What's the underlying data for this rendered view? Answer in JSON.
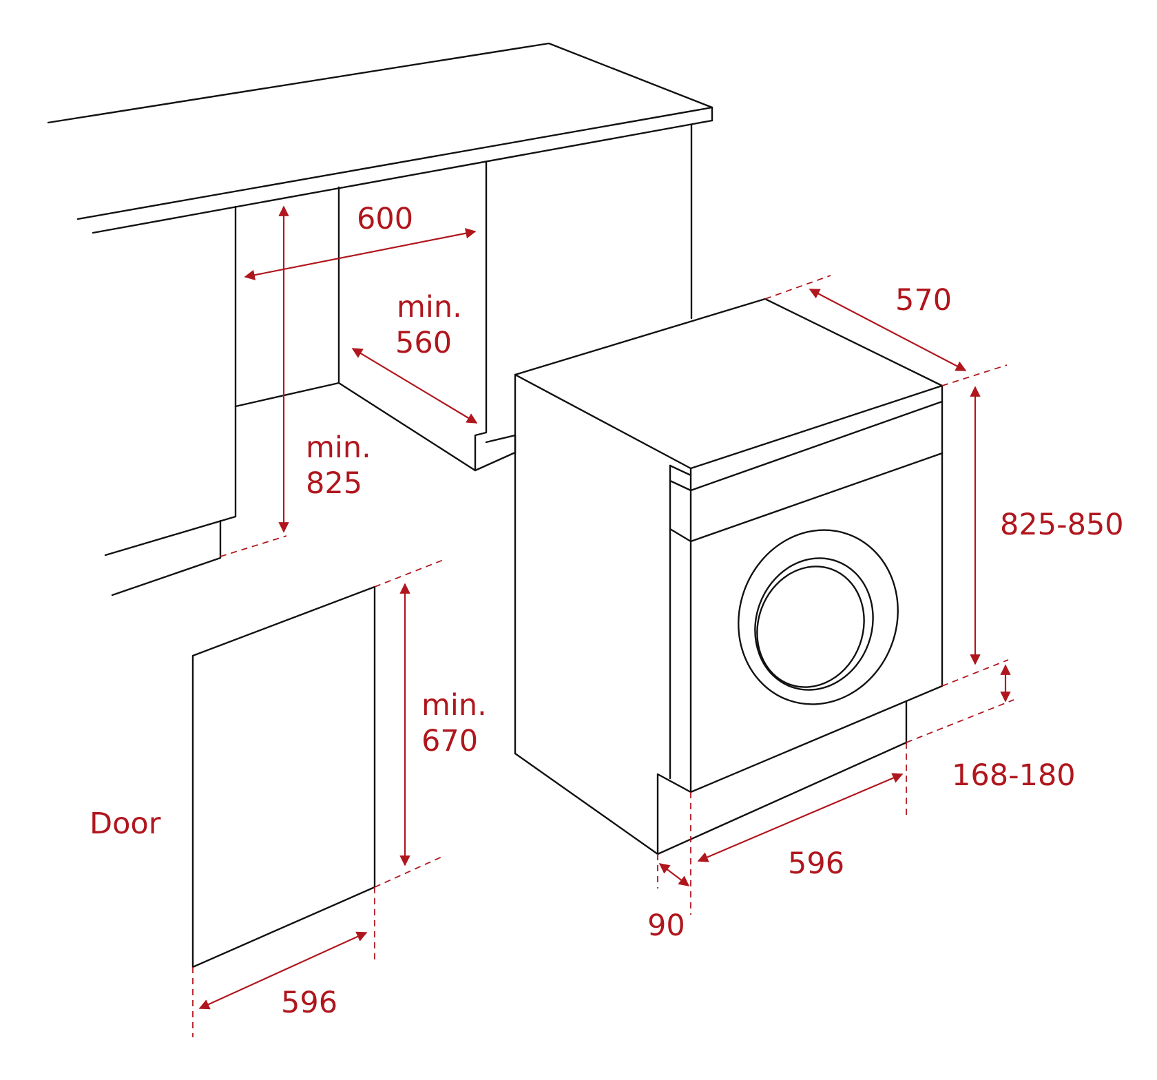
{
  "colors": {
    "line": "#111111",
    "dimension": "#b0161d",
    "background": "#ffffff"
  },
  "labels": {
    "niche_width": "600",
    "niche_depth_prefix": "min.",
    "niche_depth": "560",
    "niche_height_prefix": "min.",
    "niche_height": "825",
    "appliance_depth": "570",
    "appliance_height": "825-850",
    "plinth_height": "168-180",
    "appliance_width": "596",
    "door_offset": "90",
    "door_height_prefix": "min.",
    "door_height": "670",
    "door_title": "Door",
    "door_width": "596"
  }
}
